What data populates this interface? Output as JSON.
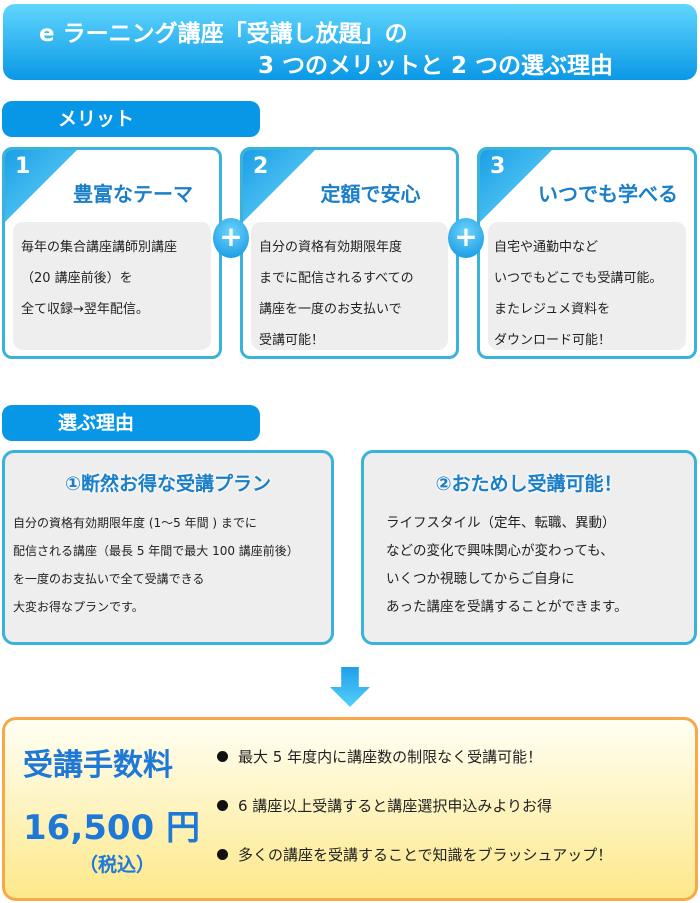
{
  "header": {
    "line1": "e ラーニング講座「受講し放題」の",
    "line2": "3 つのメリットと 2 つの選ぶ理由"
  },
  "merits": {
    "label": "メリット",
    "cards": [
      {
        "num": "1",
        "title": "豊富なテーマ",
        "lines": [
          "毎年の集合講座講師別講座",
          "（20 講座前後）を",
          "全て収録→翌年配信。"
        ]
      },
      {
        "num": "2",
        "title": "定額で安心",
        "lines": [
          "自分の資格有効期限年度",
          "までに配信されるすべての",
          "講座を一度のお支払いで",
          "受講可能！"
        ]
      },
      {
        "num": "3",
        "title": "いつでも学べる",
        "lines": [
          "自宅や通勤中など",
          "いつでもどこでも受講可能。",
          "またレジュメ資料を",
          "ダウンロード可能！"
        ]
      }
    ],
    "plus": "+"
  },
  "reasons": {
    "label": "選ぶ理由",
    "boxes": [
      {
        "title": "①断然お得な受講プラン",
        "lines": [
          "自分の資格有効期限年度 (1～5 年間 ) までに",
          "配信される講座（最長 5 年間で最大 100 講座前後）",
          "を一度のお支払いで全て受講できる",
          "大変お得なプランです。"
        ]
      },
      {
        "title": "②おためし受講可能！",
        "lines": [
          "ライフスタイル（定年、転職、異動）",
          "などの変化で興味関心が変わっても、",
          "いくつか視聴してからご自身に",
          "あった講座を受講することができます。"
        ]
      }
    ]
  },
  "fee": {
    "label": "受講手数料",
    "price": "16,500 円",
    "tax": "（税込）",
    "bullets": [
      "最大 5 年度内に講座数の制限なく受講可能！",
      "6 講座以上受講すると講座選択申込みよりお得",
      "多くの講座を受講することで知識をブラッシュアップ！"
    ]
  },
  "colors": {
    "accent": "#0896e6",
    "border": "#3ab2da",
    "fee_border": "#f8a848",
    "title_blue": "#1a7fc8"
  }
}
